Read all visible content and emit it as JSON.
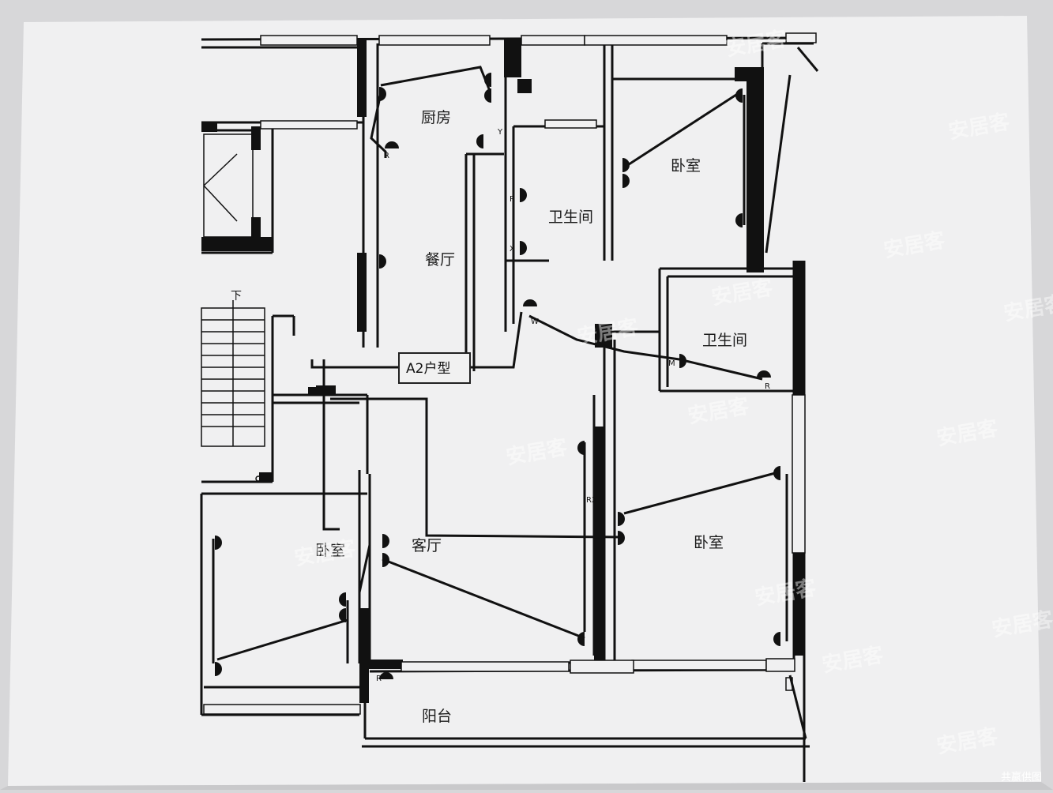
{
  "plan": {
    "unit_tag": "A2户型",
    "stair_direction": "下",
    "rooms": [
      {
        "key": "kitchen",
        "label": "厨房"
      },
      {
        "key": "dining",
        "label": "餐厅"
      },
      {
        "key": "bath_north",
        "label": "卫生间"
      },
      {
        "key": "bed_ne",
        "label": "卧室"
      },
      {
        "key": "bath_east",
        "label": "卫生间"
      },
      {
        "key": "living",
        "label": "客厅"
      },
      {
        "key": "bed_west",
        "label": "卧室"
      },
      {
        "key": "bed_se",
        "label": "卧室"
      },
      {
        "key": "balcony",
        "label": "阳台"
      }
    ],
    "fixture_marks": [
      "R",
      "Y",
      "R",
      "X",
      "W",
      "M",
      "R",
      "RX",
      "R"
    ]
  },
  "watermark": "安居客",
  "credit": "共嬴供图",
  "colors": {
    "paper": "#f2f2f3",
    "ink": "#111111",
    "background": "#d7d7d9"
  }
}
